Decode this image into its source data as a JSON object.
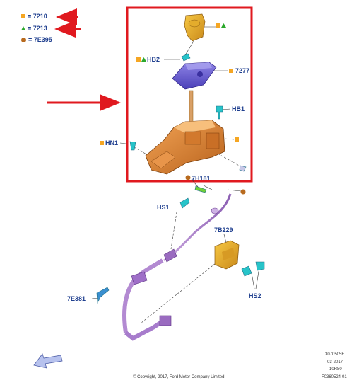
{
  "colors": {
    "square": "#f5a623",
    "triangle": "#2ba82b",
    "circle": "#b86a1e",
    "label": "#1f3f8f",
    "highlight": "#e0191f"
  },
  "legend": [
    {
      "symbol": "square",
      "text": "= 7210"
    },
    {
      "symbol": "triangle",
      "text": "= 7213"
    },
    {
      "symbol": "circle",
      "text": "= 7E395"
    }
  ],
  "parts": {
    "hb2": "HB2",
    "p7277": "7277",
    "hb1": "HB1",
    "hn1": "HN1",
    "p7h181": "7H181",
    "hs1": "HS1",
    "p7b229": "7B229",
    "p7e381": "7E381",
    "hs2": "HS2"
  },
  "footer": {
    "copyright": "© Copyright, 2017, Ford Motor Company Limited",
    "code1": "3070505F",
    "code2": "03-2017",
    "code3": "10R80",
    "code4": "F0360524-01"
  }
}
